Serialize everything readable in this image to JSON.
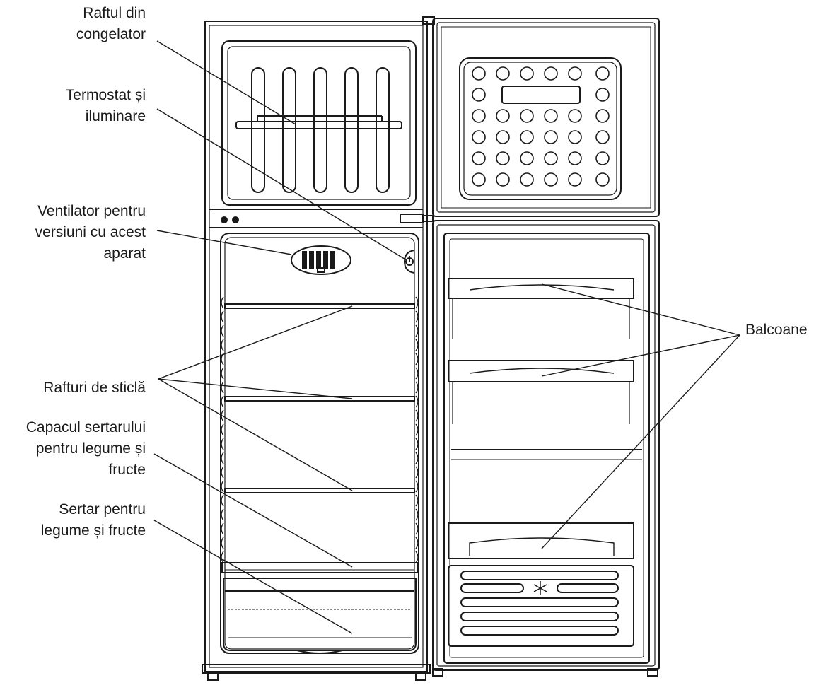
{
  "labels": {
    "freezer_shelf": "Raftul din\ncongelator",
    "thermostat": "Termostat și\niluminare",
    "fan": "Ventilator pentru\nversiuni cu acest\naparat",
    "glass_shelves": "Rafturi de sticlă",
    "crisper_cover": "Capacul sertarului\npentru legume și\nfructe",
    "crisper_drawer": "Sertar pentru\nlegume și fructe",
    "balconies": "Balcoane"
  },
  "colors": {
    "line": "#1a1a1a",
    "background": "#ffffff"
  }
}
